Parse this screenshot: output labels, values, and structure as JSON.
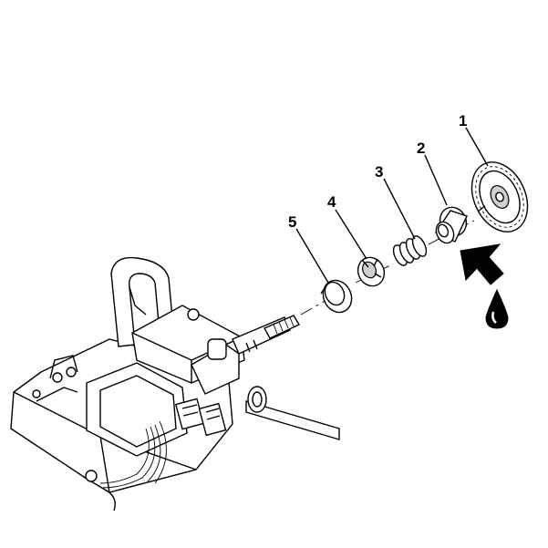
{
  "callouts": [
    {
      "id": "1",
      "label": "1"
    },
    {
      "id": "2",
      "label": "2"
    },
    {
      "id": "3",
      "label": "3"
    },
    {
      "id": "4",
      "label": "4"
    },
    {
      "id": "5",
      "label": "5"
    }
  ],
  "icons": {
    "direction": "install-direction-arrow-icon",
    "lubricant": "lubricant-drop-icon"
  },
  "colors": {
    "ink": "#000000",
    "paper": "#ffffff",
    "shade": "#cfcfcf"
  }
}
